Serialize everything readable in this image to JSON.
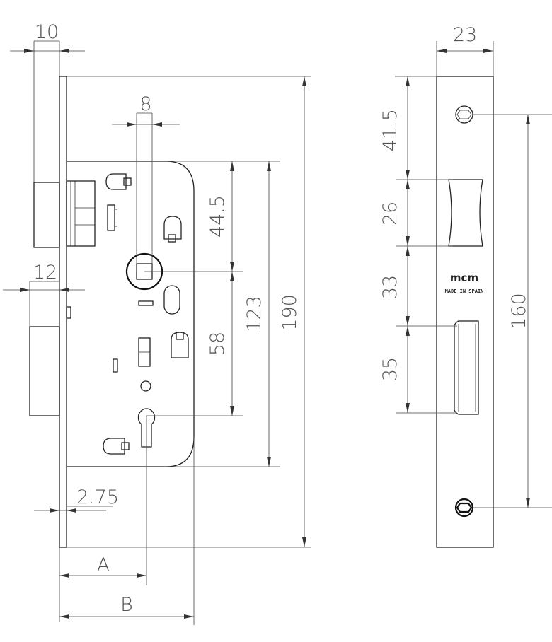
{
  "dimensions": {
    "d10": "10",
    "d12": "12",
    "d8": "8",
    "d44_5": "44.5",
    "d58": "58",
    "d123": "123",
    "d190": "190",
    "d2_75": "2.75",
    "dA": "A",
    "dB": "B",
    "d23": "23",
    "d41_5": "41.5",
    "d26": "26",
    "d33": "33",
    "d35": "35",
    "d160": "160"
  },
  "faceplate": {
    "brand": "mcm",
    "tagline": "MADE IN SPAIN"
  }
}
